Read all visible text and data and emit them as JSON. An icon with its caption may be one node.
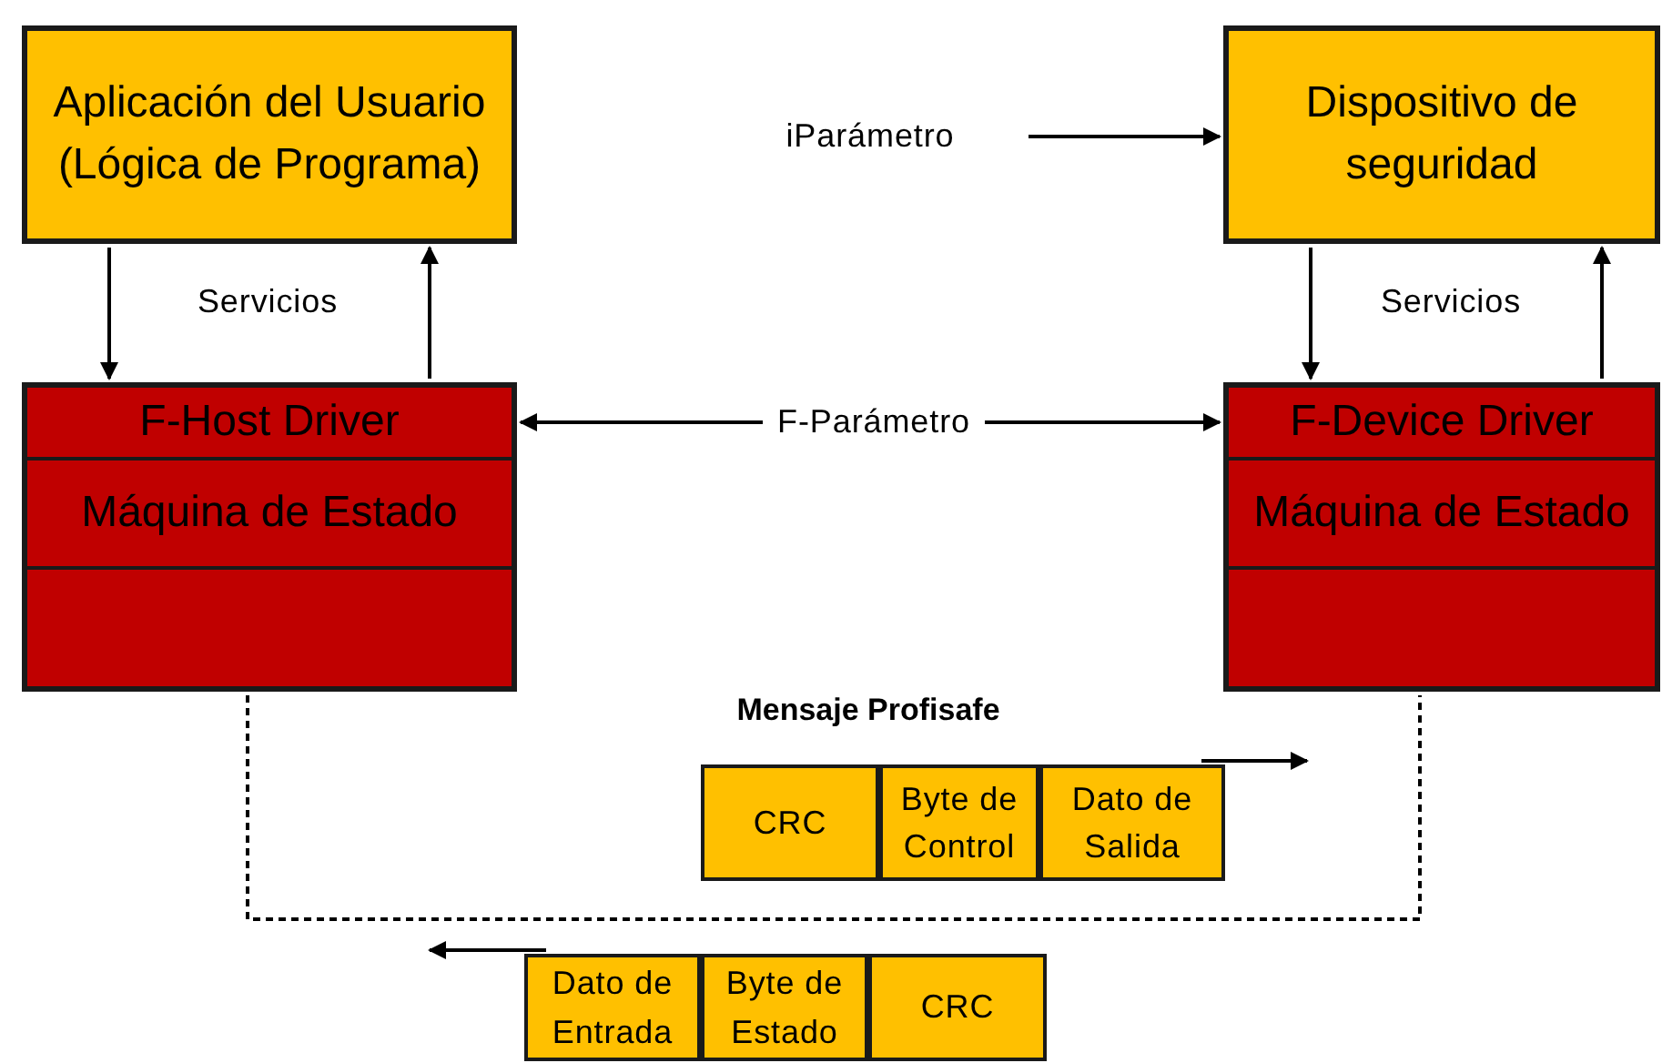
{
  "diagram": {
    "nodes": [
      {
        "text": [
          "Aplicación del Usuario (Lógica de Programa)"
        ]
      },
      {
        "text": [
          "Dispositivo de seguridad"
        ]
      },
      {
        "text": [
          "F-Host Driver",
          "Máquina de Estado"
        ]
      },
      {
        "text": [
          "F-Device Driver",
          "Máquina de Estado"
        ]
      },
      {
        "text": [
          "CRC"
        ]
      },
      {
        "text": [
          "Byte de Control"
        ]
      },
      {
        "text": [
          "Dato de Salida"
        ]
      },
      {
        "text": [
          "Dato de Entrada"
        ]
      },
      {
        "text": [
          "Byte de Estado"
        ]
      },
      {
        "text": [
          "CRC"
        ]
      }
    ],
    "edges": [
      {
        "from": 0,
        "to": 2,
        "arrow": "to"
      },
      {
        "from": 2,
        "to": 0,
        "arrow": "to"
      },
      {
        "from": null,
        "to": 1,
        "arrow": "to",
        "label": "iParámetro"
      },
      {
        "from": 2,
        "to": 3,
        "arrow": "both",
        "label": "F-Parámetro"
      },
      {
        "from": 1,
        "to": 3,
        "arrow": "to"
      },
      {
        "from": 3,
        "to": 1,
        "arrow": "to"
      },
      {
        "from": 2,
        "to": 3,
        "arrow": "none",
        "style": "dashed"
      },
      {
        "from": 6,
        "to": null,
        "arrow": "to"
      },
      {
        "from": 7,
        "to": null,
        "arrow": "to"
      }
    ],
    "labels": [
      "Servicios",
      "Servicios",
      "Mensaje Profisafe"
    ]
  }
}
